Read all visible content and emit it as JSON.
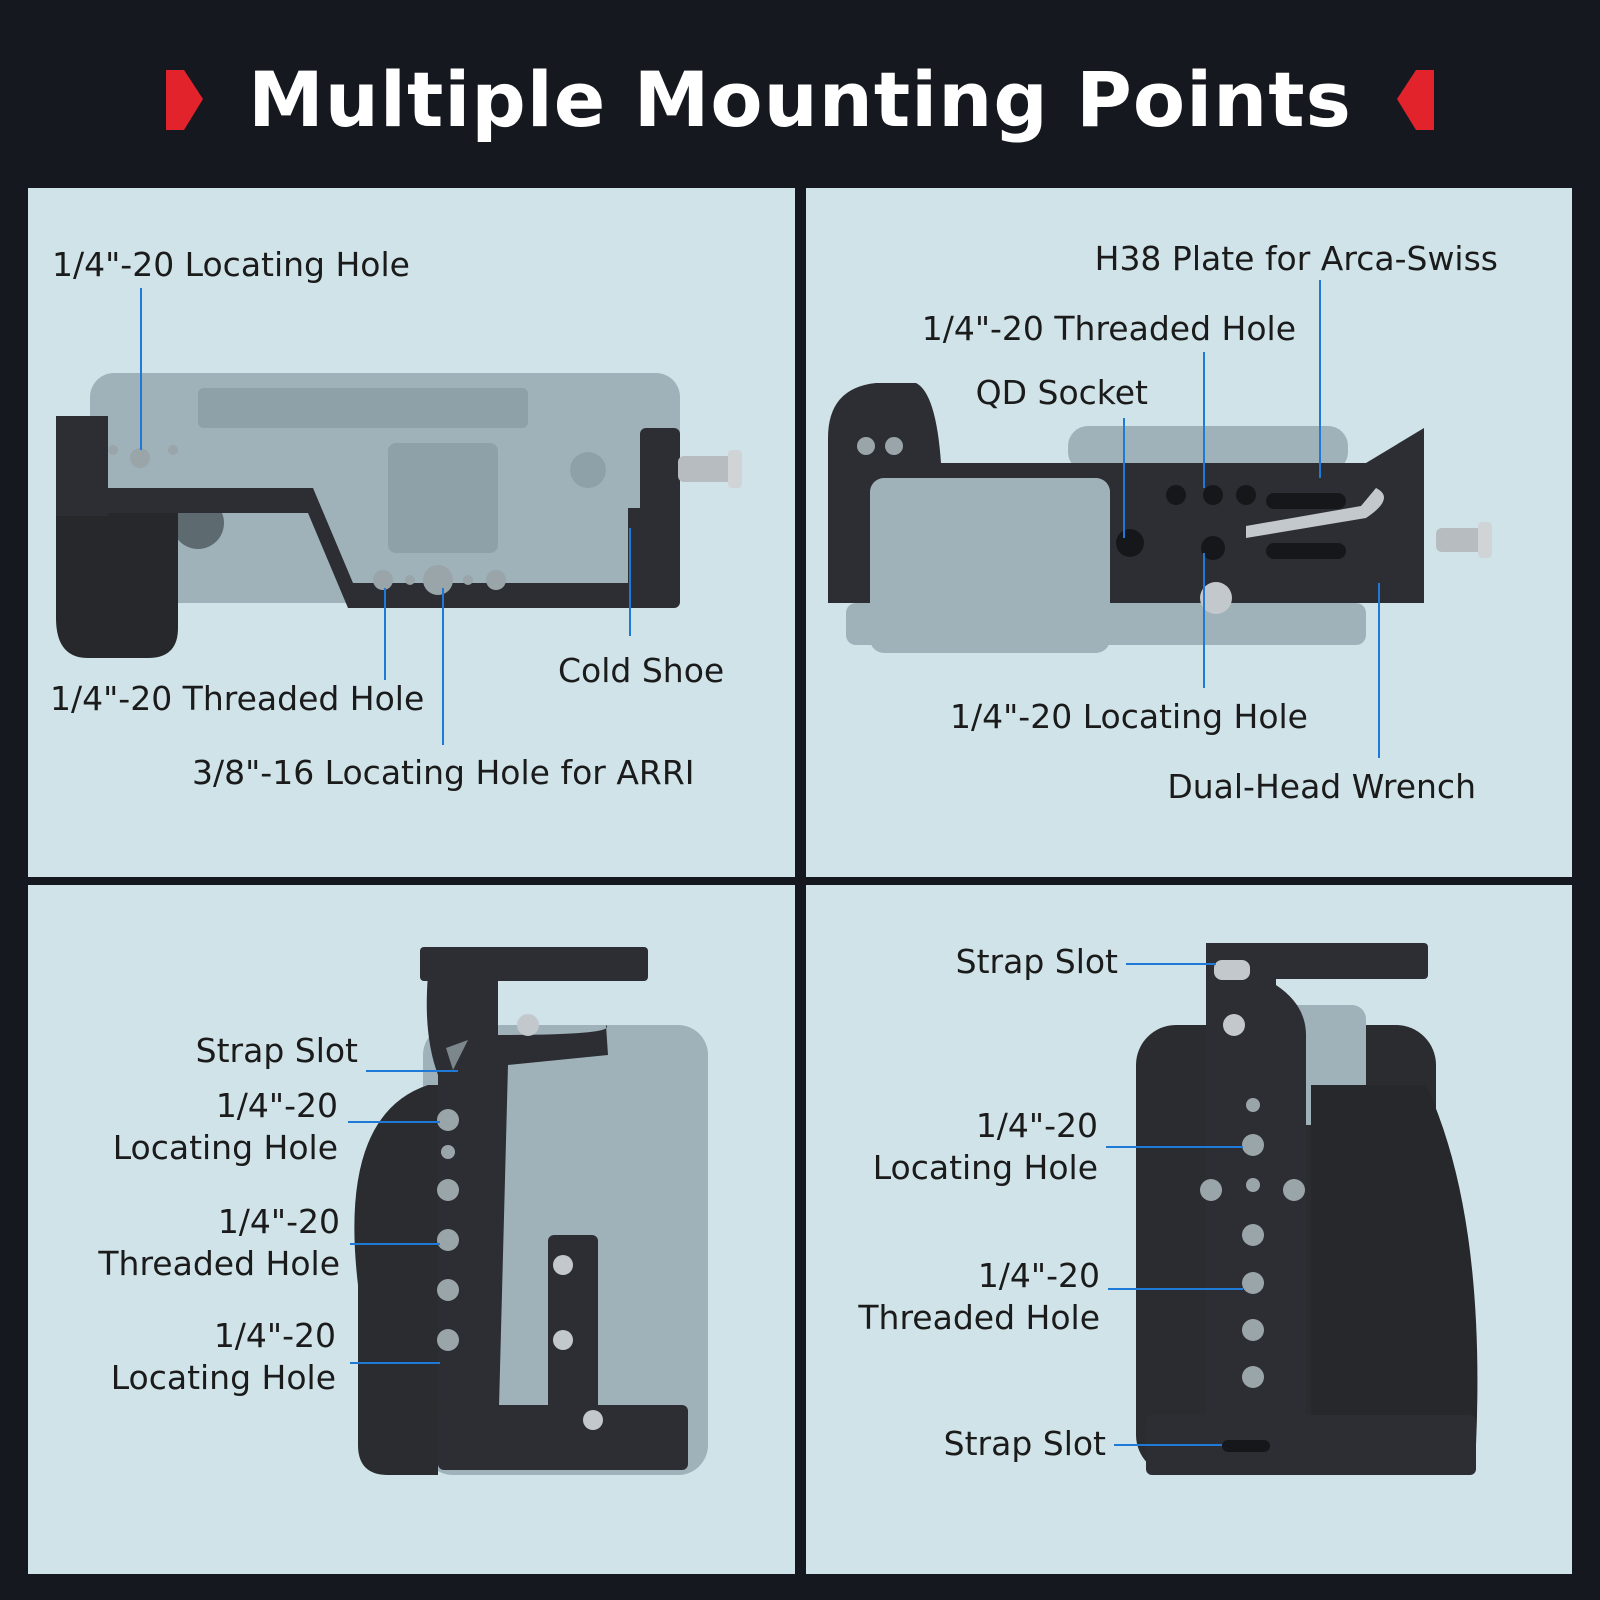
{
  "header": {
    "title": "Multiple Mounting Points",
    "accent_color": "#e3232b",
    "left_marker_icon": "red-chevron-right",
    "right_marker_icon": "red-chevron-left"
  },
  "colors": {
    "background": "#15191f",
    "panel": "#cfe3e8",
    "callout_line": "#1e7ad6",
    "cage_metal": "#2a2c30",
    "camera_body": "#9fb2ba"
  },
  "panels": {
    "top_view": {
      "labels": {
        "locating_hole_top": "1/4\"-20 Locating Hole",
        "threaded_hole": "1/4\"-20 Threaded Hole",
        "arri_hole": "3/8\"-16 Locating Hole for ARRI",
        "cold_shoe": "Cold Shoe"
      }
    },
    "bottom_view": {
      "labels": {
        "h38_plate": "H38 Plate for Arca-Swiss",
        "threaded_hole": "1/4\"-20 Threaded Hole",
        "qd_socket": "QD Socket",
        "locating_hole": "1/4\"-20 Locating Hole",
        "wrench": "Dual-Head Wrench"
      }
    },
    "left_side_view": {
      "labels": {
        "strap_slot": "Strap Slot",
        "locating_hole_1_line1": "1/4\"-20",
        "locating_hole_1_line2": "Locating Hole",
        "threaded_hole_line1": "1/4\"-20",
        "threaded_hole_line2": "Threaded Hole",
        "locating_hole_2_line1": "1/4\"-20",
        "locating_hole_2_line2": "Locating Hole"
      }
    },
    "right_side_view": {
      "labels": {
        "strap_slot_top": "Strap Slot",
        "locating_hole_line1": "1/4\"-20",
        "locating_hole_line2": "Locating Hole",
        "threaded_hole_line1": "1/4\"-20",
        "threaded_hole_line2": "Threaded Hole",
        "strap_slot_bottom": "Strap Slot"
      }
    }
  }
}
